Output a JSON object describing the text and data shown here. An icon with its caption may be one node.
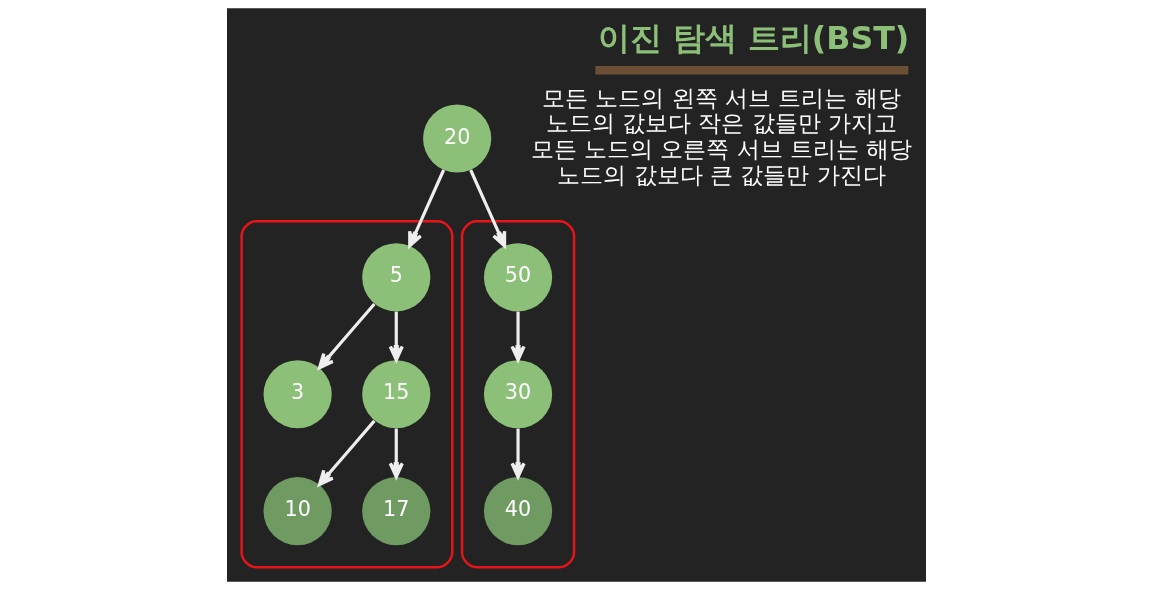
{
  "diagram": {
    "title": "이진 탐색 트리(BST)",
    "nodes": [
      {
        "text": [
          "20"
        ]
      },
      {
        "text": [],
        "shape": "triangle"
      },
      {
        "text": [
          "5"
        ],
        "in": 1
      },
      {
        "text": [
          "3"
        ],
        "in": 1
      },
      {
        "text": [
          "15"
        ],
        "in": 1
      },
      {
        "text": [
          "10"
        ],
        "in": 1
      },
      {
        "text": [
          "17"
        ],
        "in": 1
      },
      {
        "text": [],
        "shape": "triangle"
      },
      {
        "text": [
          "50"
        ],
        "in": 7
      },
      {
        "text": [
          "30"
        ],
        "in": 7
      },
      {
        "text": [
          "40"
        ],
        "in": 7
      }
    ],
    "edges": [
      {
        "from": 0,
        "to": 2,
        "arrow": "to"
      },
      {
        "from": 0,
        "to": 8,
        "arrow": "to"
      },
      {
        "from": 2,
        "to": 3,
        "arrow": "to"
      },
      {
        "from": 2,
        "to": 4,
        "arrow": "to"
      },
      {
        "from": 8,
        "to": 9,
        "arrow": "to"
      },
      {
        "from": 4,
        "to": 5,
        "arrow": "to"
      },
      {
        "from": 4,
        "to": 6,
        "arrow": "to"
      },
      {
        "from": 9,
        "to": 10,
        "arrow": "to"
      }
    ],
    "labels": [
      "모든 노드의 왼쪽 서브 트리는 해당 노드의 값보다 작은 값들만 가지고 모든 노드의 오른쪽 서브 트리는 해당 노드의 값보다 큰 값들만 가진다"
    ]
  }
}
